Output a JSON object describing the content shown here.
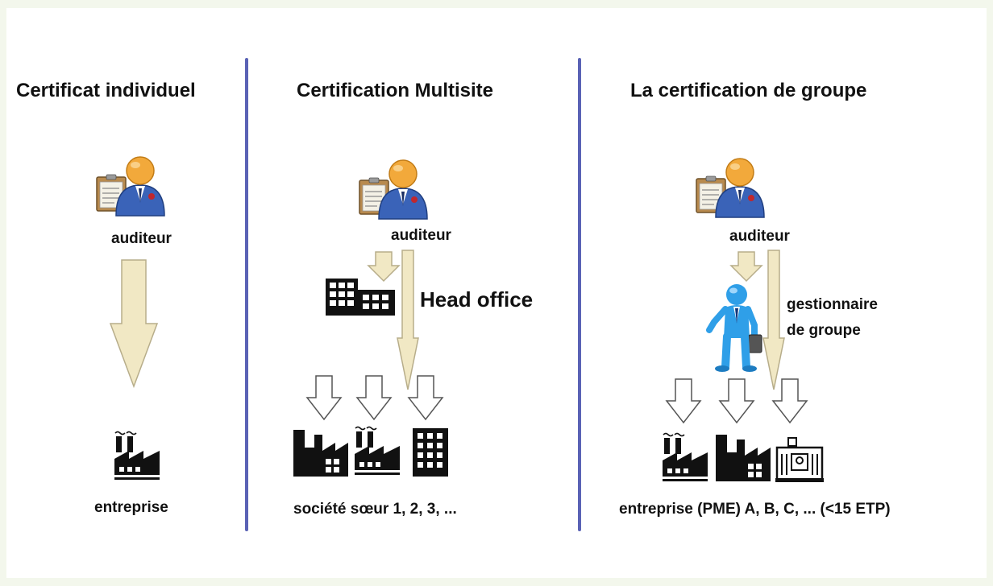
{
  "colors": {
    "divider": "#5a62b5",
    "arrow_fill": "#f1e8c4",
    "arrow_stroke": "#b7ad8a",
    "auditor_head": "#f2a93b",
    "auditor_suit": "#3a63b8",
    "manager_figure": "#2f9fe8"
  },
  "icons": [
    "auditor-icon",
    "building-icon",
    "factory-icon",
    "manager-icon",
    "clipboard-icon"
  ],
  "panels": [
    {
      "title": "Certificat individuel",
      "auditor_label": "auditeur",
      "bottom_label": "entreprise"
    },
    {
      "title": "Certification Multisite",
      "auditor_label": "auditeur",
      "middle_label": "Head office",
      "bottom_label": "société sœur 1, 2, 3, ..."
    },
    {
      "title": "La certification de groupe",
      "auditor_label": "auditeur",
      "middle_label_line1": "gestionnaire",
      "middle_label_line2": "de groupe",
      "bottom_label": "entreprise (PME) A, B, C, ... (<15 ETP)"
    }
  ]
}
